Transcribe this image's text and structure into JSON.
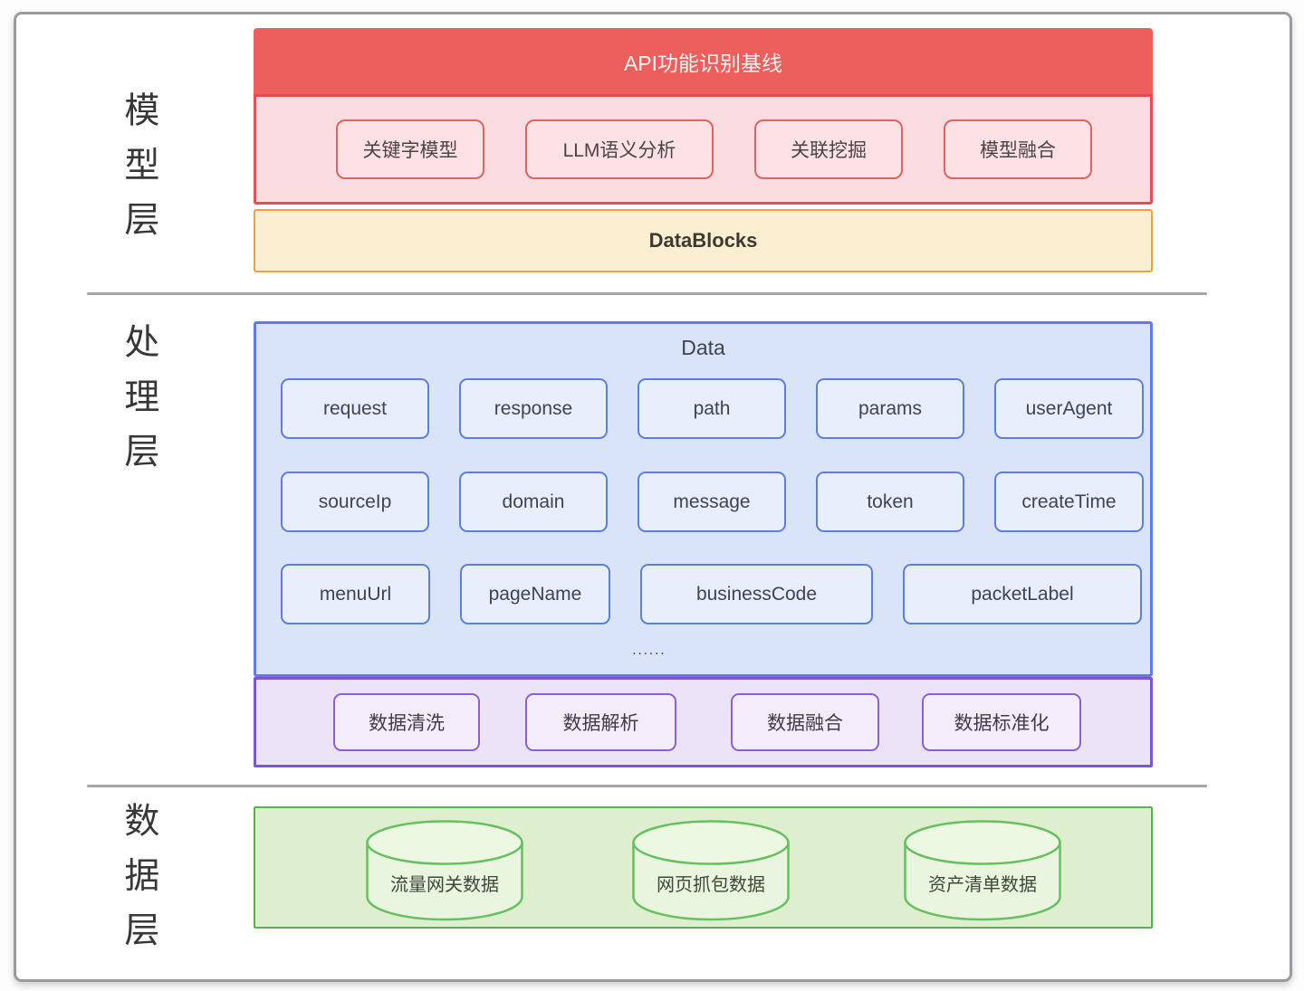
{
  "layer_labels": {
    "model": "模型层",
    "process": "处理层",
    "data": "数据层"
  },
  "model_layer": {
    "header": "API功能识别基线",
    "models": [
      "关键字模型",
      "LLM语义分析",
      "关联挖掘",
      "模型融合"
    ],
    "datablocks_label": "DataBlocks"
  },
  "process_layer": {
    "container_title": "Data",
    "fields_row1": [
      "request",
      "response",
      "path",
      "params",
      "userAgent"
    ],
    "fields_row2": [
      "sourceIp",
      "domain",
      "message",
      "token",
      "createTime"
    ],
    "fields_row3": [
      "menuUrl",
      "pageName",
      "businessCode",
      "packetLabel"
    ],
    "ellipsis": "......",
    "steps": [
      "数据清洗",
      "数据解析",
      "数据融合",
      "数据标准化"
    ]
  },
  "data_layer": {
    "sources": [
      "流量网关数据",
      "网页抓包数据",
      "资产清单数据"
    ]
  },
  "colors": {
    "header_red": "#ed5f5c",
    "pink_border": "#e0514f",
    "pink_fill": "#fbdce0",
    "orange_border": "#f0a23d",
    "orange_fill": "#fcefd1",
    "blue_border": "#5c7de3",
    "blue_fill": "#dae4f8",
    "purple_border": "#7a55d6",
    "purple_fill": "#ebe3f7",
    "green_border": "#56b259",
    "green_fill": "#ddefcf"
  }
}
